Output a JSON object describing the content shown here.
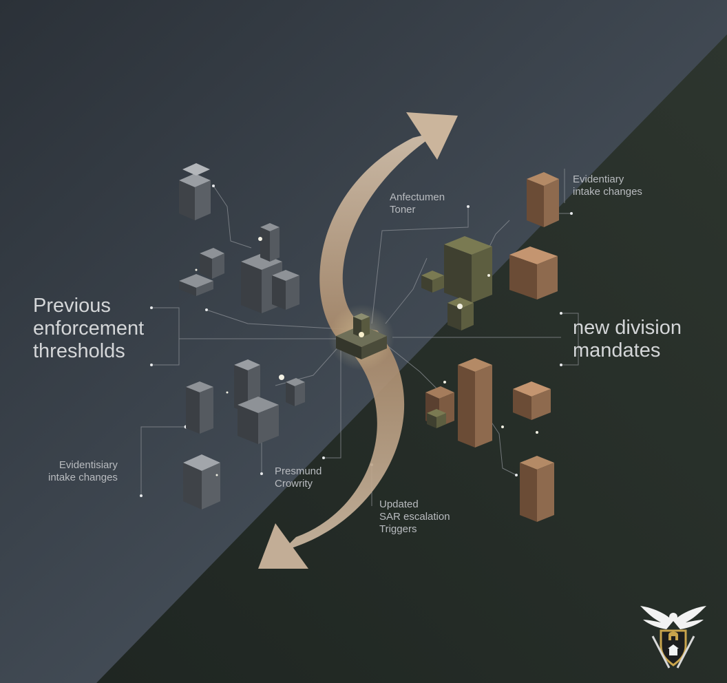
{
  "left_group": {
    "heading_lines": [
      "Previous",
      "enforcement",
      "thresholds"
    ],
    "caption_lines": [
      "Evidentisiary",
      "intake changes"
    ]
  },
  "right_group": {
    "heading_lines": [
      "new division",
      "mandates"
    ],
    "caption_lines": [
      "Evidentiary",
      "intake changes"
    ]
  },
  "center_labels": {
    "top_lines": [
      "Anfectumen",
      "Toner"
    ],
    "bottom_left_lines": [
      "Presmund",
      "Crowrity"
    ],
    "bottom_right_lines": [
      "Updated",
      "SAR escalation",
      "Triggers"
    ]
  },
  "colors": {
    "background_left": "#2f353c",
    "background_right": "#2a302b",
    "arrow": "#c9b29a",
    "grey_block": "#555a60",
    "bronze_block": "#8e6a4e",
    "olive_block": "#5d5e40"
  },
  "icons": [
    "bidirectional-arrow-icon",
    "hub-block-icon",
    "eagle-crest-icon"
  ]
}
